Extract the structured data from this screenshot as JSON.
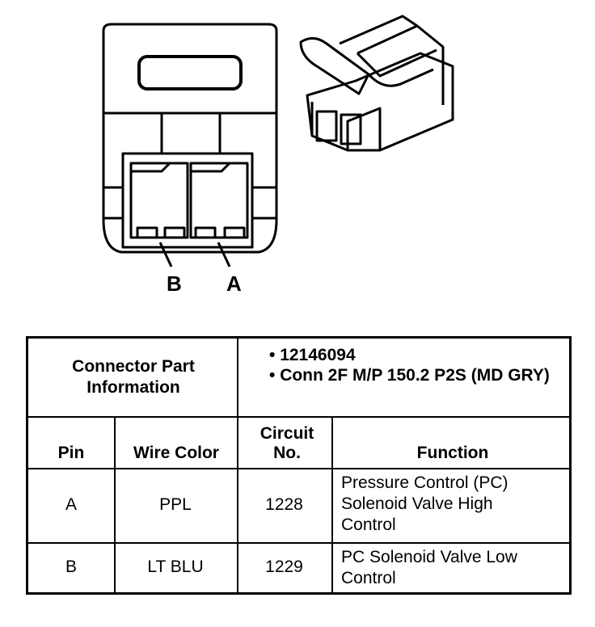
{
  "pins": {
    "b_label": "B",
    "a_label": "A"
  },
  "connector": {
    "header": "Connector Part Information",
    "bullets": [
      "12146094",
      "Conn 2F M/P 150.2 P2S (MD GRY)"
    ]
  },
  "columns": {
    "pin": "Pin",
    "wire_color": "Wire Color",
    "circuit": "Circuit No.",
    "function": "Function"
  },
  "rows": [
    {
      "pin": "A",
      "wire_color": "PPL",
      "circuit": "1228",
      "function": "Pressure Control (PC) Solenoid Valve High Control"
    },
    {
      "pin": "B",
      "wire_color": "LT BLU",
      "circuit": "1229",
      "function": "PC Solenoid Valve Low Control"
    }
  ]
}
